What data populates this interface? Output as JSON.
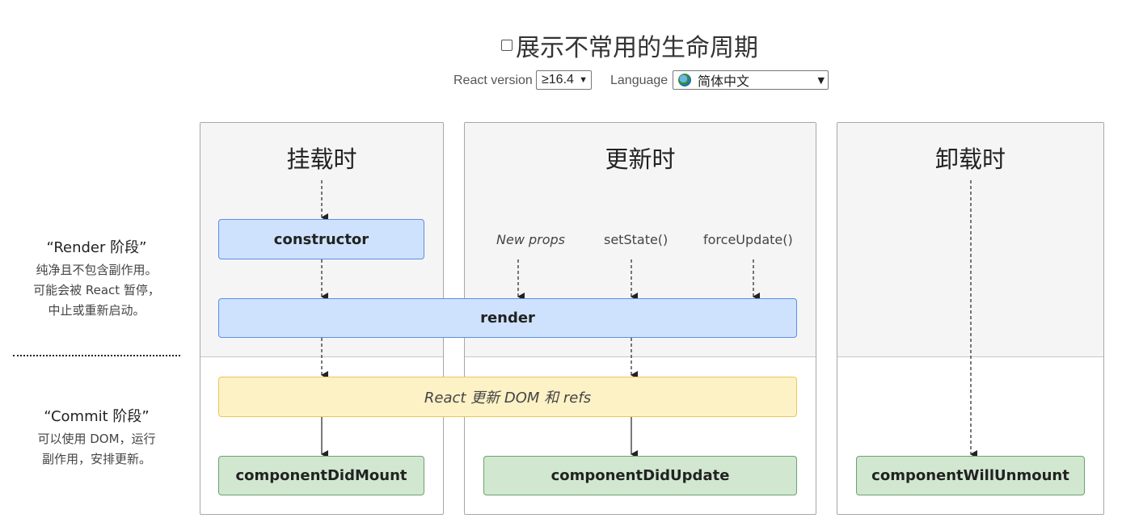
{
  "header": {
    "toggle_label": "展示不常用的生命周期",
    "react_version_label": "React version",
    "react_version_value": "≥16.4",
    "language_label": "Language",
    "language_value": "简体中文"
  },
  "phases": {
    "mounting": {
      "title": "挂载时"
    },
    "updating": {
      "title": "更新时"
    },
    "unmounting": {
      "title": "卸载时"
    }
  },
  "stages": {
    "render": {
      "title": "“Render 阶段”",
      "desc": [
        "纯净且不包含副作用。",
        "可能会被 React 暂停，",
        "中止或重新启动。"
      ]
    },
    "commit": {
      "title": "“Commit 阶段”",
      "desc": [
        "可以使用 DOM，运行",
        "副作用，安排更新。"
      ]
    }
  },
  "boxes": {
    "constructor": "constructor",
    "render": "render",
    "react_updates_dom": "React 更新 DOM 和 refs",
    "component_did_mount": "componentDidMount",
    "component_did_update": "componentDidUpdate",
    "component_will_unmount": "componentWillUnmount"
  },
  "triggers": {
    "new_props": "New props",
    "set_state": "setState()",
    "force_update": "forceUpdate()"
  },
  "colors": {
    "render_box": "#cfe2fd",
    "dom_box": "#fdf1c6",
    "commit_box": "#d1e7d0",
    "phase_top_bg": "#f5f5f5"
  }
}
